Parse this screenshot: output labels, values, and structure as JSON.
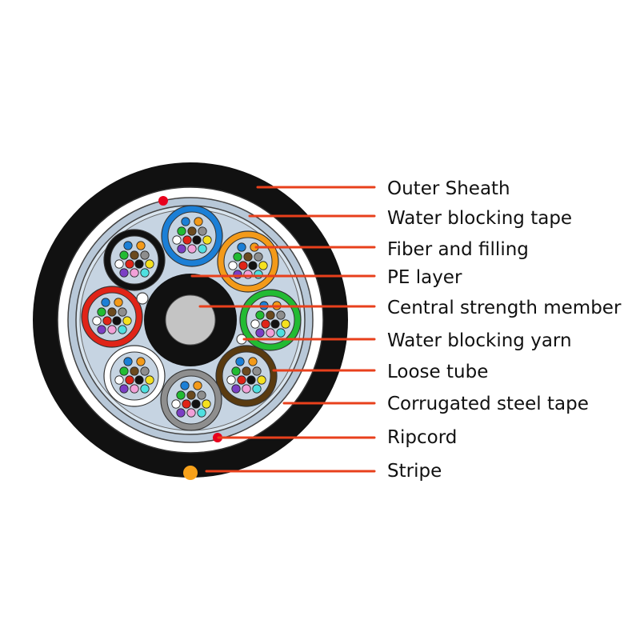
{
  "labels": {
    "outer_sheath": "Outer Sheath",
    "water_blocking_tape": "Water blocking tape",
    "fiber_and_filling": "Fiber and filling",
    "pe_layer": "PE layer",
    "central_strength_member": "Central strength member",
    "water_blocking_yarn": "Water blocking yarn",
    "loose_tube": "Loose tube",
    "corrugated_steel_tape": "Corrugated steel tape",
    "ripcord": "Ripcord",
    "stripe": "Stripe"
  },
  "colors": {
    "sheath": "#111111",
    "leader_line": "#e8401c",
    "ripcord": "#e8001c",
    "stripe": "#f7a11a",
    "steel_tape": "#b8c8d8",
    "water_blocking_tape": "#d8e4ee",
    "gel_filling": "#c6d4e2",
    "central_member": "#c4c4c4",
    "loose_tubes": [
      "#1b7fd6",
      "#f39a1a",
      "#22bb33",
      "#5a3b10",
      "#8e8e8e",
      "#ffffff",
      "#e02418",
      "#111111"
    ],
    "fibers": [
      "#1b7fd6",
      "#f39a1a",
      "#22bb33",
      "#6b4a1f",
      "#8e8e8e",
      "#ffffff",
      "#e02418",
      "#111111",
      "#f5e11e",
      "#7b3fc4",
      "#f2a0d8",
      "#4ee0e0"
    ]
  }
}
